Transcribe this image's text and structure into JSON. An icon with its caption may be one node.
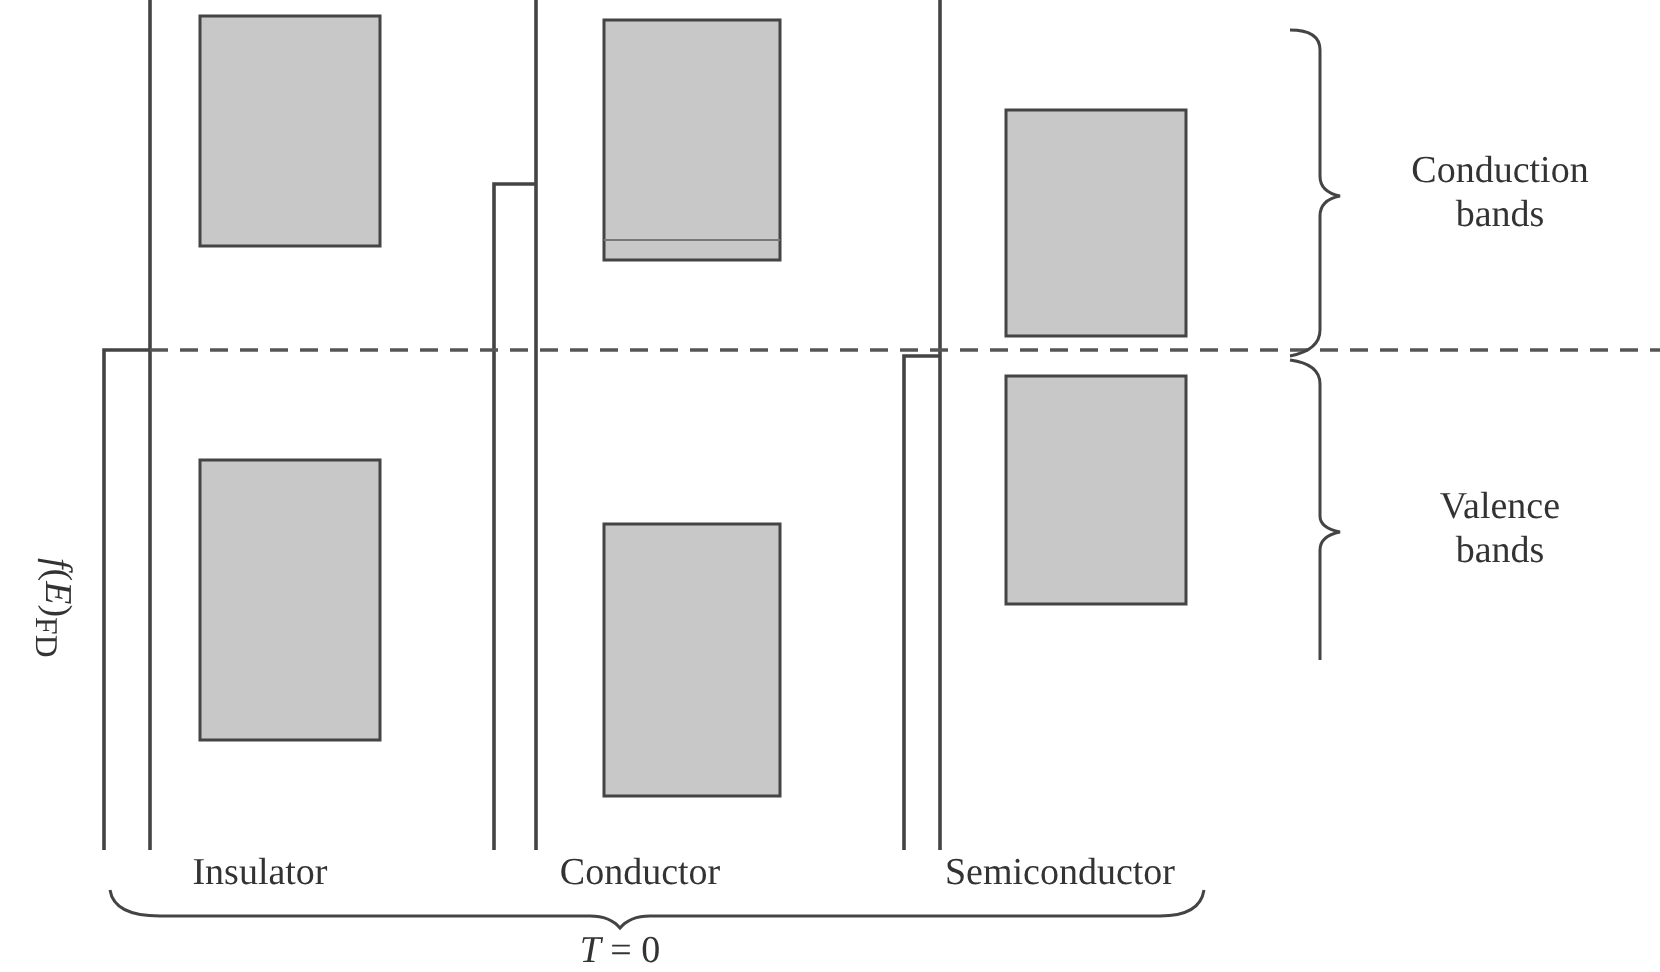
{
  "diagram": {
    "nodes": [
      {
        "text": [],
        "shape": "box"
      },
      {
        "text": [],
        "shape": "box"
      },
      {
        "text": [],
        "shape": "box"
      },
      {
        "text": [],
        "shape": "box"
      },
      {
        "text": [],
        "shape": "box"
      },
      {
        "text": [],
        "shape": "box"
      }
    ],
    "labels": [
      "Conduction bands",
      "Valence bands",
      "*f*(*E*)$_{FD}$",
      "Insulator",
      "Conductor",
      "Semiconductor",
      "*T* = 0"
    ]
  }
}
